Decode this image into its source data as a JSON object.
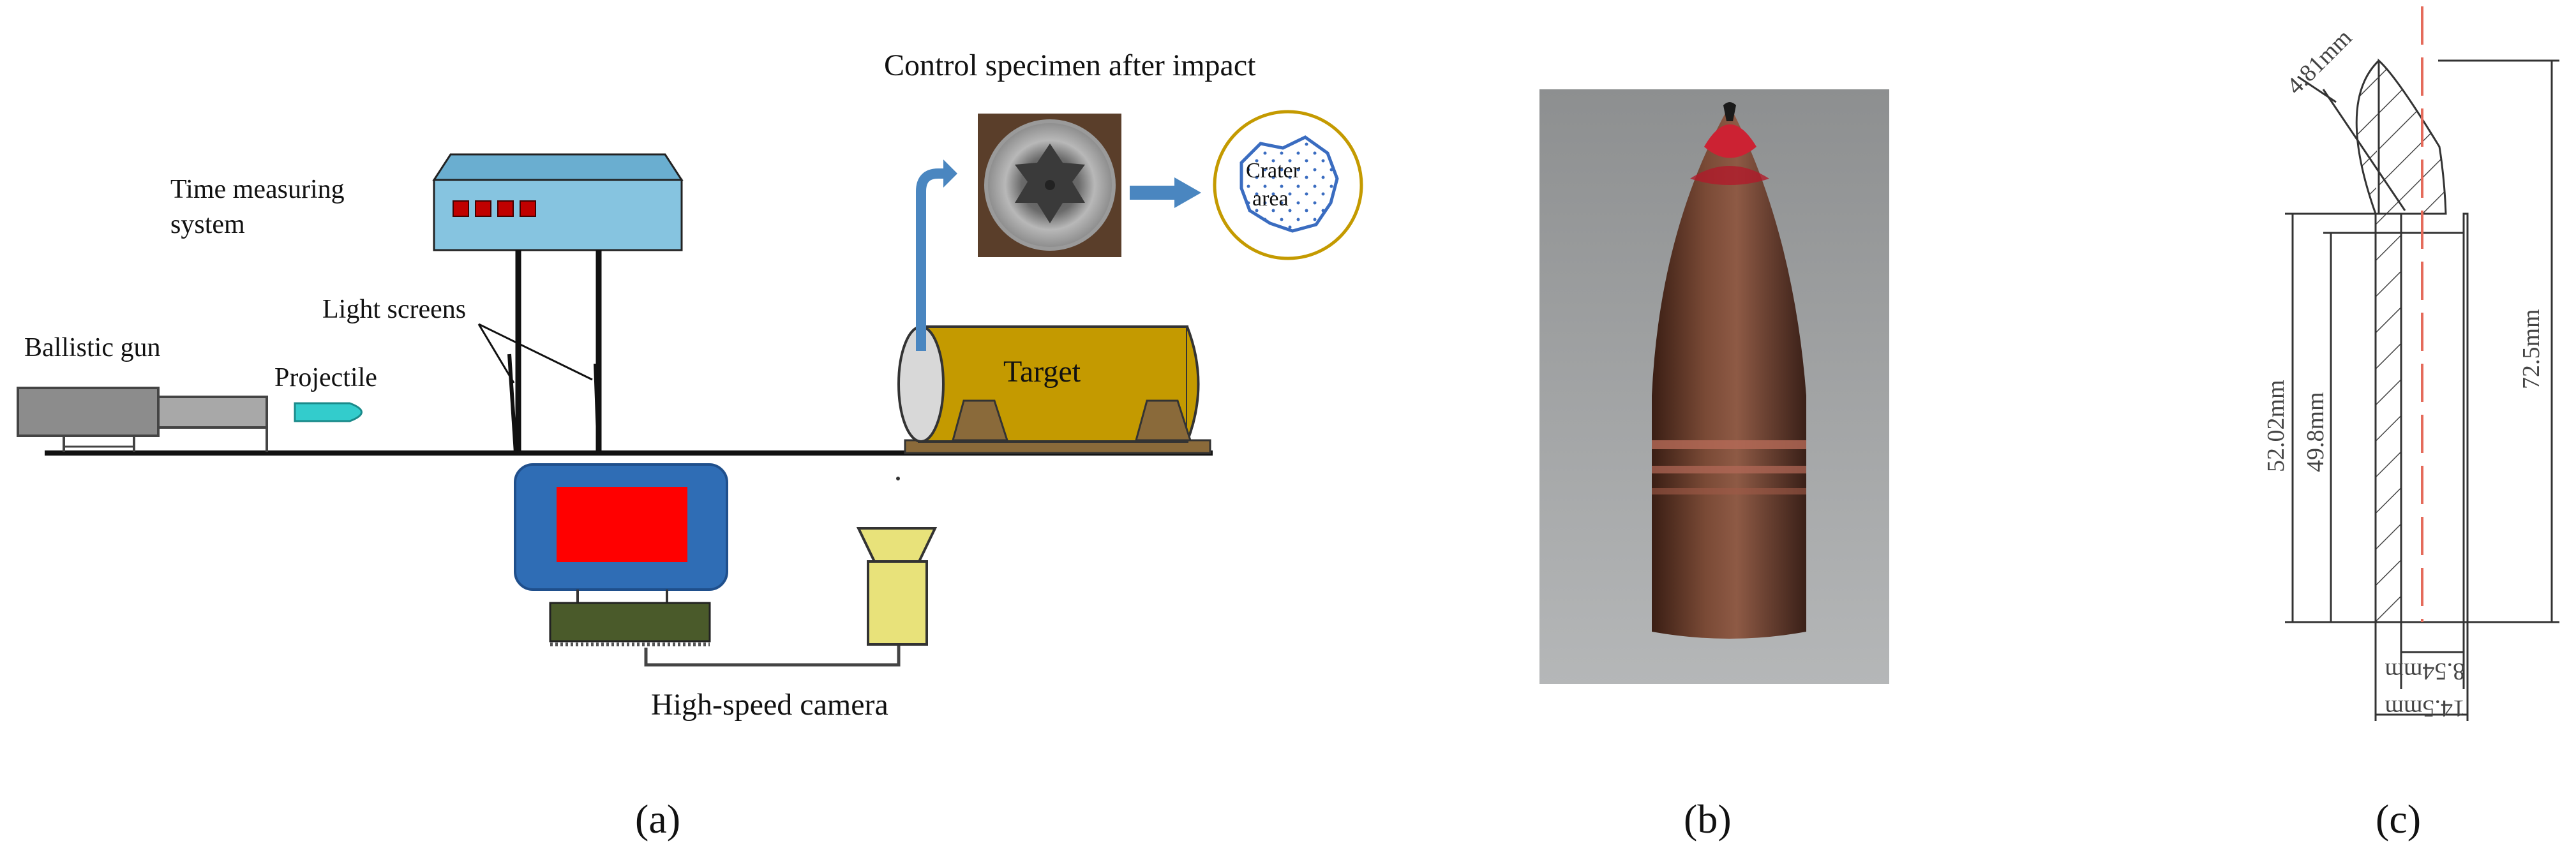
{
  "panel_a": {
    "label": "(a)",
    "ballistic_gun": "Ballistic gun",
    "projectile": "Projectile",
    "time_measuring_line1": "Time measuring",
    "time_measuring_line2": "system",
    "light_screens": "Light screens",
    "control_specimen": "Control specimen after impact",
    "crater_line1": "Crater",
    "crater_line2": "area",
    "target": "Target",
    "high_speed_camera": "High-speed camera"
  },
  "panel_b": {
    "label": "(b)"
  },
  "panel_c": {
    "label": "(c)",
    "dim_tip": "4.81mm",
    "dim_total": "72.5mm",
    "dim_outer": "52.02mm",
    "dim_inner": "49.8mm",
    "dim_core_diameter": "8.54mm",
    "dim_diameter": "14.5mm"
  },
  "colors": {
    "monitor_frame": "#2f6db5",
    "monitor_screen": "#ff0000",
    "time_box": "#86c4e0",
    "time_leds": "#c00000",
    "target_body": "#c49a00",
    "target_stand": "#8a6a3a",
    "camera_body": "#e8e27a",
    "camera_base": "#4a5a2a",
    "arrow_blue": "#4a86c0",
    "projectile": "#33cccc",
    "centerline": "#e56b5b"
  }
}
